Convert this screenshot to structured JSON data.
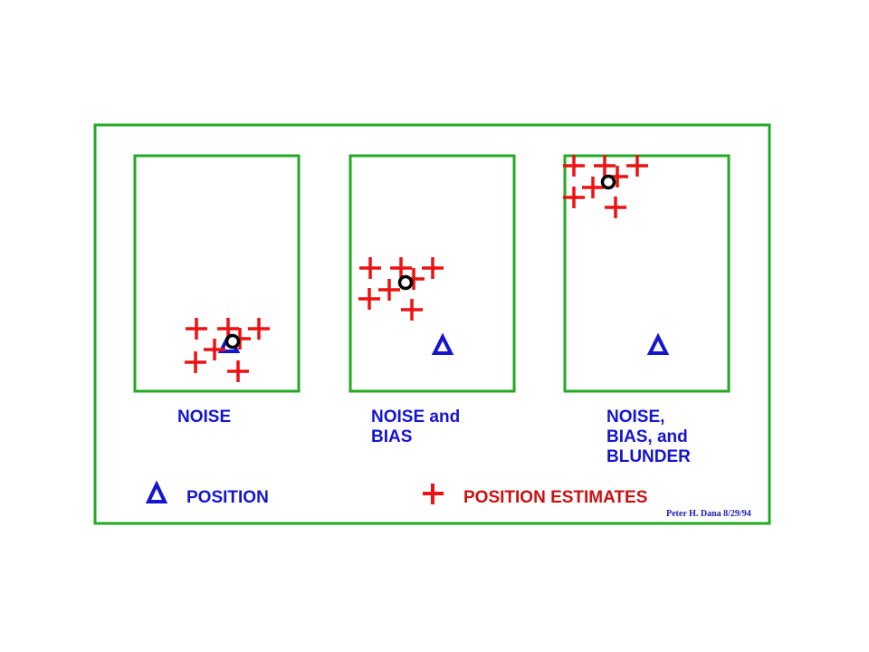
{
  "colors": {
    "frame": "#22aa22",
    "triangle": "#1515d0",
    "cross": "#ee1111",
    "circle": "#000000",
    "label_blue": "#1515d0",
    "label_red": "#cc1010"
  },
  "panels": [
    {
      "label_lines": [
        "NOISE"
      ]
    },
    {
      "label_lines": [
        "NOISE and",
        "BIAS"
      ]
    },
    {
      "label_lines": [
        "NOISE,",
        "BIAS, and",
        "BLUNDER"
      ]
    }
  ],
  "legend": {
    "position_label": "POSITION",
    "estimates_label": "POSITION ESTIMATES",
    "triangle_icon": "triangle-icon",
    "cross_icon": "plus-icon"
  },
  "credit": "Peter H. Dana 8/29/94"
}
